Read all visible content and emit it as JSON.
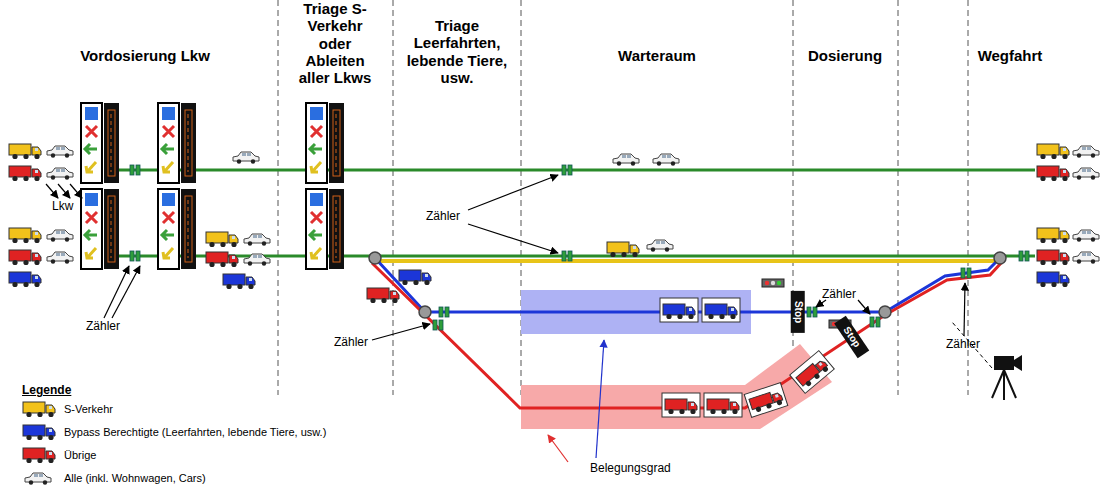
{
  "diagram": {
    "labels": [
      "Vordosierung Lkw",
      "Triage S-Verkehr oder Ableiten aller Lkws",
      "Triage Leerfahrten, lebende Tiere, usw.",
      "Warteraum",
      "Dosierung",
      "Wegfahrt",
      "Lkw",
      "Zähler",
      "Zähler",
      "Stop",
      "Stop",
      "Zähler",
      "Zähler",
      "Zähler",
      "Legende",
      "Belegungsgrad"
    ],
    "legend": [
      {
        "text": "S-Verkehr",
        "color": "#f2c21b"
      },
      {
        "text": "Bypass Berechtigte (Leerfahrten, lebende Tiere, usw.)",
        "color": "#1c36d8"
      },
      {
        "text": "Übrige",
        "color": "#e02222"
      },
      {
        "text": "Alle (inkl. Wohnwagen, Cars)"
      }
    ]
  }
}
